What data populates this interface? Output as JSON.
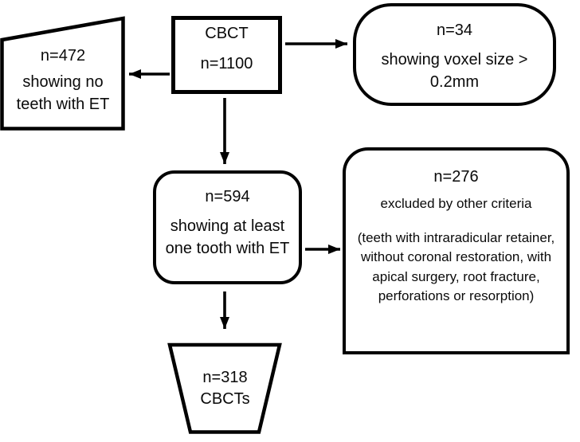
{
  "diagram": {
    "type": "flowchart",
    "background_color": "#ffffff",
    "line_color": "#000000",
    "nodes": {
      "cbct": {
        "title": "CBCT",
        "count": "n=1100"
      },
      "no_teeth": {
        "count": "n=472",
        "lines": [
          "showing no",
          "teeth with ET"
        ]
      },
      "voxel": {
        "count": "n=34",
        "lines": [
          "showing voxel size >",
          "0.2mm"
        ]
      },
      "one_tooth": {
        "count": "n=594",
        "lines": [
          "showing at least",
          "one tooth with ET"
        ]
      },
      "excluded": {
        "count": "n=276",
        "title": "excluded by other criteria",
        "detail_lines": [
          "(teeth with intraradicular retainer,",
          "without coronal restoration, with",
          "apical surgery, root fracture,",
          "perforations or resorption)"
        ]
      },
      "final": {
        "count": "n=318",
        "label": "CBCTs"
      }
    }
  }
}
